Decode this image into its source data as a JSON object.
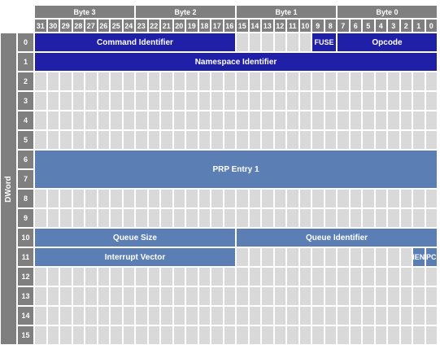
{
  "colors": {
    "header_gray": "#7f7f7f",
    "empty_gray": "#d9d9d9",
    "dark_blue": "#1f1fa8",
    "steel_blue": "#5b7fb4"
  },
  "side_label": "DWord",
  "byte_headers": [
    {
      "id": "byte3",
      "label": "Byte 3",
      "hi": 31,
      "lo": 24
    },
    {
      "id": "byte2",
      "label": "Byte 2",
      "hi": 23,
      "lo": 16
    },
    {
      "id": "byte1",
      "label": "Byte 1",
      "hi": 15,
      "lo": 8
    },
    {
      "id": "byte0",
      "label": "Byte 0",
      "hi": 7,
      "lo": 0
    }
  ],
  "bits": [
    "31",
    "30",
    "29",
    "28",
    "27",
    "26",
    "25",
    "24",
    "23",
    "22",
    "21",
    "20",
    "19",
    "18",
    "17",
    "16",
    "15",
    "14",
    "13",
    "12",
    "11",
    "10",
    "9",
    "8",
    "7",
    "6",
    "5",
    "4",
    "3",
    "2",
    "1",
    "0"
  ],
  "dwords": [
    "0",
    "1",
    "2",
    "3",
    "4",
    "5",
    "6",
    "7",
    "8",
    "9",
    "10",
    "11",
    "12",
    "13",
    "14",
    "15"
  ],
  "fields": [
    {
      "id": "command-identifier",
      "label": "Command Identifier",
      "dw": 0,
      "dw_end": 0,
      "hi": 31,
      "lo": 16,
      "color": "dark_blue"
    },
    {
      "id": "fuse",
      "label": "FUSE",
      "dw": 0,
      "dw_end": 0,
      "hi": 9,
      "lo": 8,
      "color": "dark_blue",
      "small": true
    },
    {
      "id": "opcode",
      "label": "Opcode",
      "dw": 0,
      "dw_end": 0,
      "hi": 7,
      "lo": 0,
      "color": "dark_blue"
    },
    {
      "id": "namespace-identifier",
      "label": "Namespace Identifier",
      "dw": 1,
      "dw_end": 1,
      "hi": 31,
      "lo": 0,
      "color": "dark_blue"
    },
    {
      "id": "prp-entry-1",
      "label": "PRP Entry 1",
      "dw": 6,
      "dw_end": 7,
      "hi": 31,
      "lo": 0,
      "color": "steel_blue"
    },
    {
      "id": "queue-size",
      "label": "Queue Size",
      "dw": 10,
      "dw_end": 10,
      "hi": 31,
      "lo": 16,
      "color": "steel_blue"
    },
    {
      "id": "queue-identifier",
      "label": "Queue Identifier",
      "dw": 10,
      "dw_end": 10,
      "hi": 15,
      "lo": 0,
      "color": "steel_blue"
    },
    {
      "id": "interrupt-vector",
      "label": "Interrupt Vector",
      "dw": 11,
      "dw_end": 11,
      "hi": 31,
      "lo": 16,
      "color": "steel_blue"
    },
    {
      "id": "ien",
      "label": "IEN",
      "dw": 11,
      "dw_end": 11,
      "hi": 1,
      "lo": 1,
      "color": "steel_blue",
      "small": true
    },
    {
      "id": "pc",
      "label": "PC",
      "dw": 11,
      "dw_end": 11,
      "hi": 0,
      "lo": 0,
      "color": "steel_blue",
      "small": true
    }
  ]
}
